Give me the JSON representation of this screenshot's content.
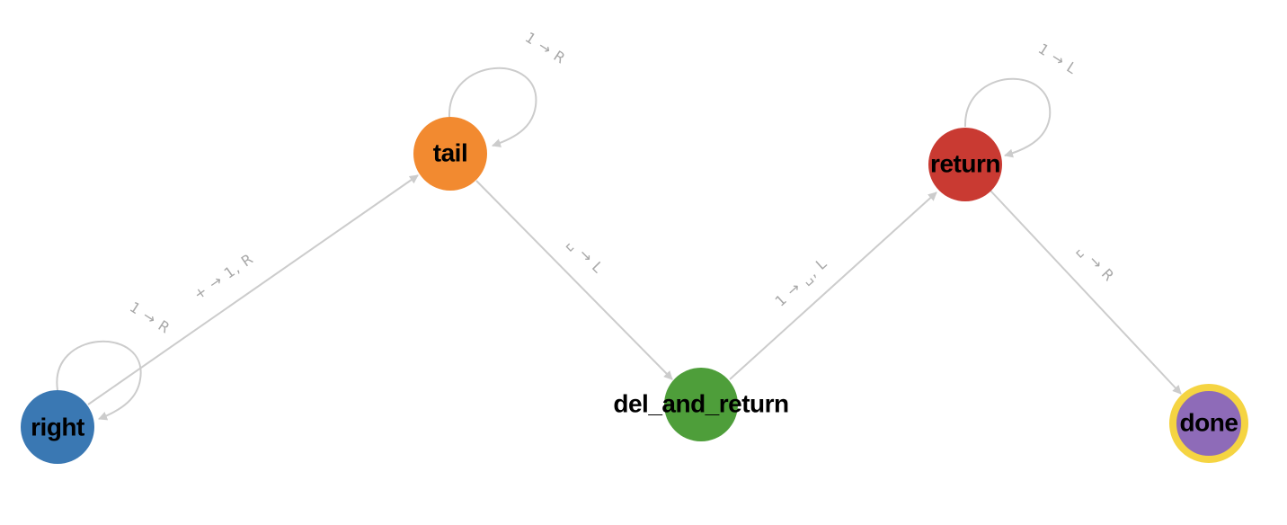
{
  "colors": {
    "edge": "#cccccc",
    "edge_label": "#a8a8a8",
    "accept_ring": "#f5d442"
  },
  "nodes": [
    {
      "id": "right",
      "label": "right",
      "color": "#3a78b3"
    },
    {
      "id": "tail",
      "label": "tail",
      "color": "#f28a30"
    },
    {
      "id": "del_and_return",
      "label": "del_and_return",
      "color": "#4e9e3a"
    },
    {
      "id": "return",
      "label": "return",
      "color": "#c93a32"
    },
    {
      "id": "done",
      "label": "done",
      "color": "#8e6bb8",
      "accepting": true
    }
  ],
  "edges": [
    {
      "from": "right",
      "to": "right",
      "label": "1 → R"
    },
    {
      "from": "right",
      "to": "tail",
      "label": "+ → 1, R"
    },
    {
      "from": "tail",
      "to": "tail",
      "label": "1 → R"
    },
    {
      "from": "tail",
      "to": "del_and_return",
      "label": "␣ → L"
    },
    {
      "from": "del_and_return",
      "to": "return",
      "label": "1 → ␣, L"
    },
    {
      "from": "return",
      "to": "return",
      "label": "1 → L"
    },
    {
      "from": "return",
      "to": "done",
      "label": "␣ → R"
    }
  ]
}
